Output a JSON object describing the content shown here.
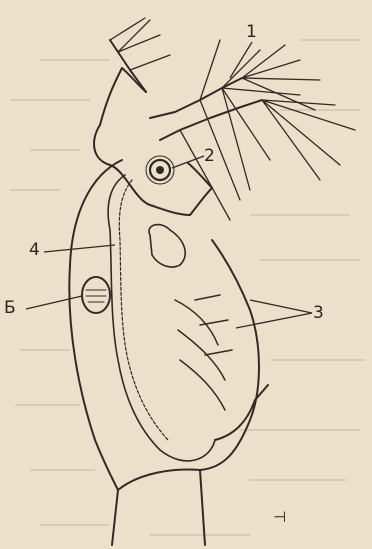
{
  "labels": {
    "one": "1",
    "two": "2",
    "three": "3",
    "four": "4",
    "five": "Б"
  },
  "corner_mark": "⊣",
  "colors": {
    "paper": "#ece0ca",
    "ink": "#2f2a25"
  }
}
